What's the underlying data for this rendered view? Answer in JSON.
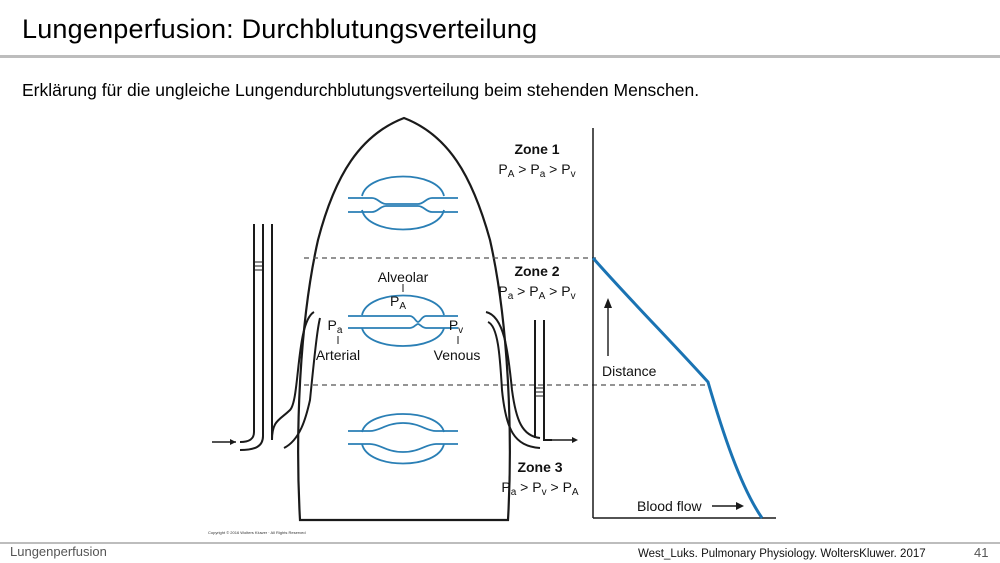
{
  "slide": {
    "title": "Lungenperfusion:  Durchblutungsverteilung",
    "subtitle": "Erklärung für die ungleiche Lungendurchblutungsverteilung beim stehenden Menschen.",
    "footer_left": "Lungenperfusion",
    "citation": "West_Luks. Pulmonary Physiology. WoltersKluwer. 2017",
    "page_number": "41"
  },
  "figure": {
    "copyright": "Copyright © 2016 Wolters Kluwer · All Rights Reserved",
    "zones": [
      {
        "name": "Zone 1",
        "terms": [
          {
            "b": "P",
            "s": "A"
          },
          {
            "b": "P",
            "s": "a"
          },
          {
            "b": "P",
            "s": "v"
          }
        ]
      },
      {
        "name": "Zone 2",
        "terms": [
          {
            "b": "P",
            "s": "a"
          },
          {
            "b": "P",
            "s": "A"
          },
          {
            "b": "P",
            "s": "v"
          }
        ]
      },
      {
        "name": "Zone 3",
        "terms": [
          {
            "b": "P",
            "s": "a"
          },
          {
            "b": "P",
            "s": "v"
          },
          {
            "b": "P",
            "s": "A"
          }
        ]
      }
    ],
    "separator": " > ",
    "labels": {
      "alveolar": "Alveolar",
      "pa_alveolar": {
        "b": "P",
        "s": "A"
      },
      "pa_arterial": {
        "b": "P",
        "s": "a"
      },
      "pv_venous": {
        "b": "P",
        "s": "v"
      },
      "arterial": "Arterial",
      "venous": "Venous",
      "distance": "Distance",
      "blood_flow": "Blood flow"
    },
    "colors": {
      "vessel": "#2a7fb5",
      "curve": "#1a73b3",
      "outline": "#1a1a1a",
      "dashed": "#555555"
    }
  }
}
